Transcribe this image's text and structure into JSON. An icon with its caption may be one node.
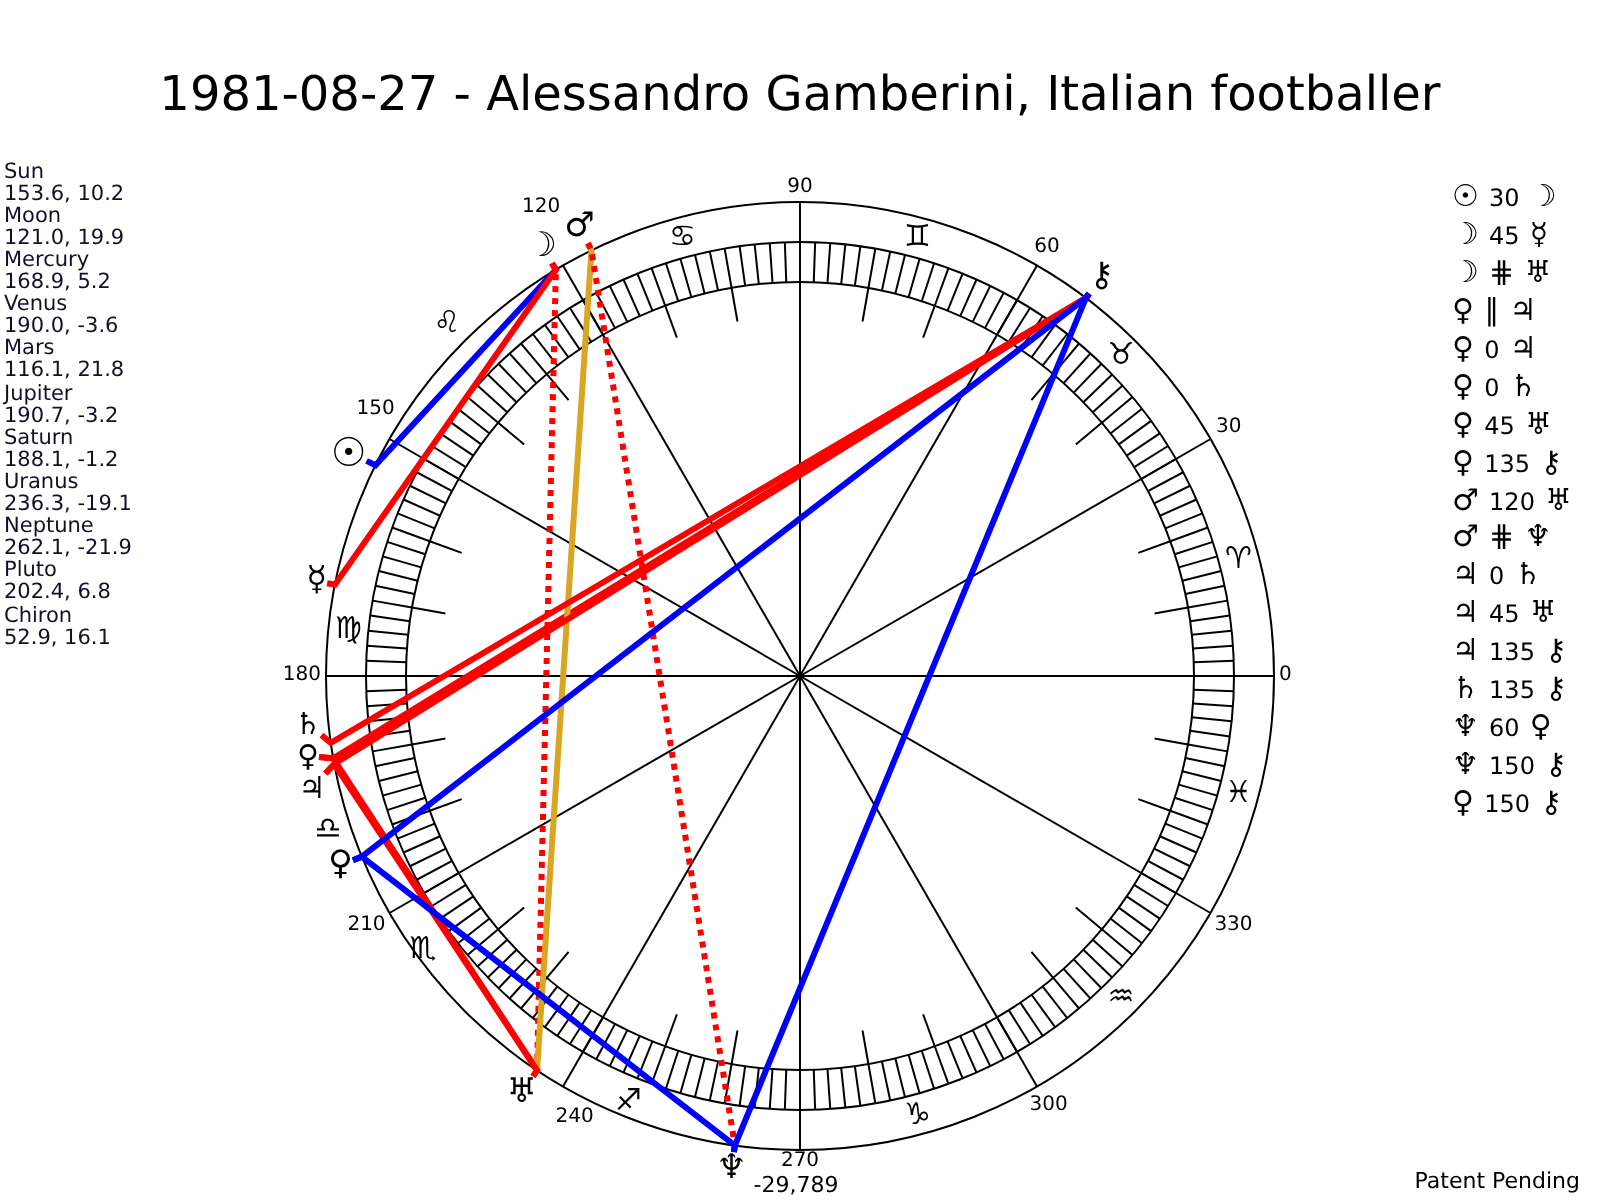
{
  "diagram": {
    "title": "1981-08-27 - Alessandro Gamberini, Italian footballer",
    "nodes": [
      {
        "text": [
          "♂"
        ]
      },
      {
        "text": [
          "☽"
        ]
      },
      {
        "text": [
          "⚷"
        ]
      },
      {
        "text": [
          "☉"
        ]
      },
      {
        "text": [
          "☿"
        ]
      },
      {
        "text": [
          "♄"
        ]
      },
      {
        "text": [
          "♀"
        ]
      },
      {
        "text": [
          "♃"
        ]
      },
      {
        "text": [
          "♀"
        ]
      },
      {
        "text": [
          "♅"
        ]
      },
      {
        "text": [
          "♆"
        ]
      }
    ],
    "edges": [
      {
        "from": 3,
        "to": 1,
        "arrow": "none",
        "color": "#0000ff"
      },
      {
        "from": 1,
        "to": 4,
        "arrow": "none"
      },
      {
        "from": 1,
        "to": 9,
        "arrow": "none",
        "style": "dashed"
      },
      {
        "from": 6,
        "to": 9,
        "arrow": "none"
      },
      {
        "from": 6,
        "to": 2,
        "arrow": "none"
      },
      {
        "from": 0,
        "to": 9,
        "arrow": "none",
        "color": "#daa520"
      },
      {
        "from": 0,
        "to": 10,
        "arrow": "none",
        "style": "dashed"
      },
      {
        "from": 7,
        "to": 9,
        "arrow": "none"
      },
      {
        "from": 7,
        "to": 2,
        "arrow": "none"
      },
      {
        "from": 5,
        "to": 2,
        "arrow": "none"
      },
      {
        "from": 10,
        "to": 8,
        "arrow": "none",
        "color": "#0000ff"
      },
      {
        "from": 10,
        "to": 2,
        "arrow": "none",
        "color": "#0000ff"
      },
      {
        "from": 8,
        "to": 2,
        "arrow": "none",
        "color": "#0000ff"
      }
    ],
    "labels": [
      "Sun",
      "153.6, 10.2",
      "Moon",
      "121.0, 19.9",
      "Mercury",
      "168.9, 5.2",
      "Venus",
      "190.0, -3.6",
      "Mars",
      "116.1, 21.8",
      "Jupiter",
      "190.7, -3.2",
      "Saturn",
      "188.1, -1.2",
      "Uranus",
      "236.3, -19.1",
      "Neptune",
      "262.1, -21.9",
      "Pluto",
      "202.4, 6.8",
      "Chiron",
      "52.9, 16.1",
      "90",
      "♋",
      "♊",
      "120",
      "60",
      "♌",
      "♉",
      "150",
      "30",
      "♍",
      "♈",
      "180",
      "0",
      "♎",
      "♓",
      "210",
      "330",
      "♏",
      "♒",
      "240",
      "300",
      "♐",
      "♑",
      "270",
      "-29,789",
      "☉ 30 ☽",
      "☽ 45 ☿",
      "☽ ⋕ ♅",
      "♀ ∥ ♃",
      "♀ 0 ♃",
      "♀ 0 ♄",
      "♀ 45 ♅",
      "♀ 135 ⚷",
      "♂ 120 ♅",
      "♂ ⋕ ♆",
      "♃ 0 ♄",
      "♃ 45 ♅",
      "♃ 135 ⚷",
      "♄ 135 ⚷",
      "♆ 60 ♀",
      "♆ 150 ⚷",
      "♀ 150 ⚷",
      "Patent Pending"
    ]
  }
}
